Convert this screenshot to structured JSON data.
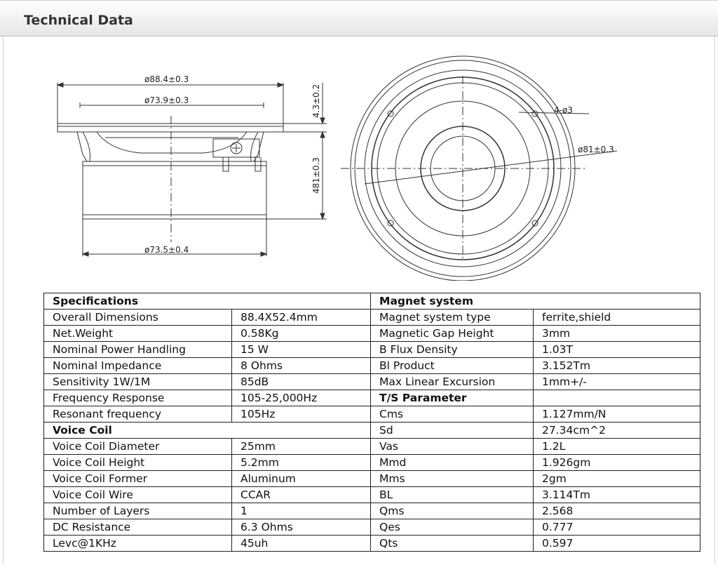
{
  "header": {
    "title": "Technical Data"
  },
  "drawing": {
    "dim_outer": "ø88.4±0.3",
    "dim_inner": "ø73.9±0.3",
    "dim_bottom": "ø73.5±0.4",
    "dim_flange": "4.3±0.2",
    "dim_depth": "481±0.3",
    "dim_holes": "4-ø3",
    "dim_pcd": "ø81±0.3"
  },
  "table": {
    "left": {
      "header": "Specifications",
      "rows": [
        {
          "label": "Overall Dimensions",
          "value": "88.4X52.4mm"
        },
        {
          "label": "Net.Weight",
          "value": "0.58Kg"
        },
        {
          "label": "Nominal Power Handling",
          "value": "15 W"
        },
        {
          "label": "Nominal Impedance",
          "value": "8 Ohms"
        },
        {
          "label": "Sensitivity 1W/1M",
          "value": "85dB"
        },
        {
          "label": "Frequency Response",
          "value": "105-25,000Hz"
        },
        {
          "label": "Resonant frequency",
          "value": "105Hz"
        }
      ],
      "subheader": "Voice Coil",
      "rows2": [
        {
          "label": "Voice Coil Diameter",
          "value": "25mm"
        },
        {
          "label": "Voice Coil Height",
          "value": "5.2mm"
        },
        {
          "label": "Voice Coil Former",
          "value": "Aluminum"
        },
        {
          "label": "Voice Coil Wire",
          "value": "CCAR"
        },
        {
          "label": "Number of Layers",
          "value": "1"
        },
        {
          "label": "DC Resistance",
          "value": "6.3 Ohms"
        },
        {
          "label": "Levc@1KHz",
          "value": "45uh"
        }
      ]
    },
    "right": {
      "header": "Magnet system",
      "rows": [
        {
          "label": "Magnet system type",
          "value": "ferrite,shield"
        },
        {
          "label": "Magnetic Gap Height",
          "value": "3mm"
        },
        {
          "label": "B Flux Density",
          "value": "1.03T"
        },
        {
          "label": "Bl Product",
          "value": "3.152Tm"
        },
        {
          "label": "Max Linear Excursion",
          "value": "1mm+/-"
        }
      ],
      "subheader": "T/S Parameter",
      "rows2": [
        {
          "label": "Cms",
          "value": "1.127mm/N"
        },
        {
          "label": "Sd",
          "value": "27.34cm^2"
        },
        {
          "label": "Vas",
          "value": "1.2L"
        },
        {
          "label": "Mmd",
          "value": "1.926gm"
        },
        {
          "label": "Mms",
          "value": "2gm"
        },
        {
          "label": "BL",
          "value": "3.114Tm"
        },
        {
          "label": "Qms",
          "value": "2.568"
        },
        {
          "label": "Qes",
          "value": "0.777"
        },
        {
          "label": "Qts",
          "value": "0.597"
        }
      ]
    }
  }
}
